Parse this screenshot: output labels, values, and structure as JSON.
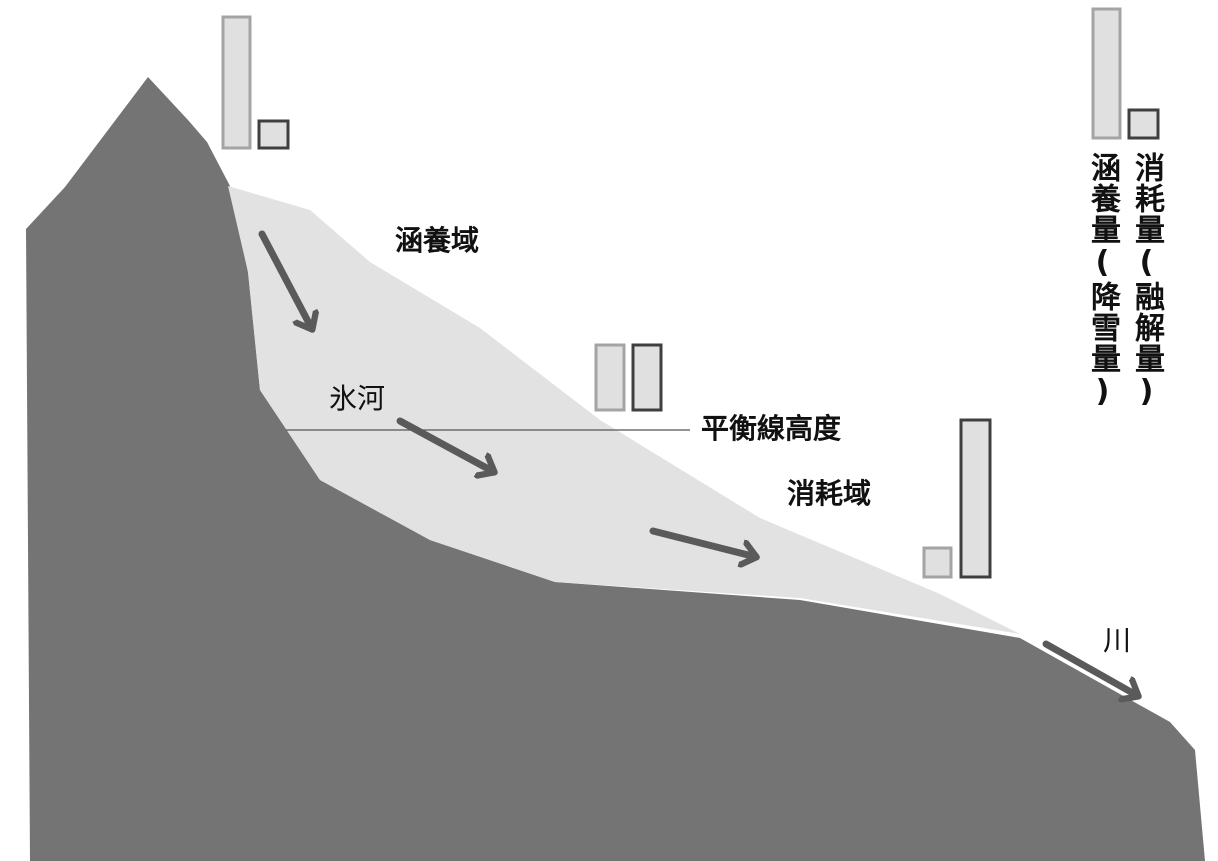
{
  "labels": {
    "accumulation_zone": "涵養域",
    "glacier": "氷河",
    "equilibrium_line": "平衡線高度",
    "ablation_zone": "消耗域",
    "river": "川"
  },
  "legend": {
    "accumulation": "涵養量(降雪量)",
    "ablation": "消耗量(融解量)"
  },
  "colors": {
    "mountain": "#747474",
    "glacier_ice": "#e2e2e2",
    "arrow": "#5a5a5a",
    "accumulation_bar_stroke": "#a4a4a4",
    "ablation_bar_stroke": "#3f3f3f",
    "bar_fill": "#e0e0e0",
    "text": "#111111"
  },
  "mass_balance_pairs": [
    {
      "location": "upper accumulation zone",
      "accumulation": 1.0,
      "ablation": 0.22
    },
    {
      "location": "equilibrium line",
      "accumulation": 0.5,
      "ablation": 0.5
    },
    {
      "location": "lower ablation zone",
      "accumulation": 0.18,
      "ablation": 1.0
    },
    {
      "location": "legend",
      "accumulation": 1.0,
      "ablation": 0.22
    }
  ]
}
